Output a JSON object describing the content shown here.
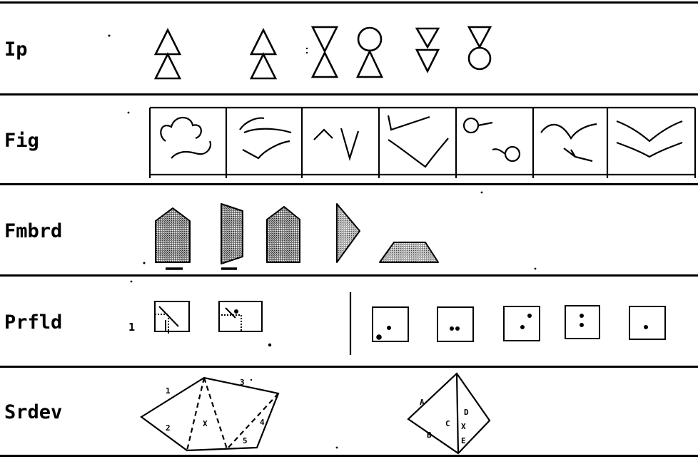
{
  "rows": {
    "ip": {
      "label": "Ip"
    },
    "fig": {
      "label": "Fig"
    },
    "fmbrd": {
      "label": "Fmbrd"
    },
    "prfld": {
      "label": "Prfld",
      "number": "1"
    },
    "srdev": {
      "label": "Srdev",
      "left_labels": [
        "1",
        "2",
        "X",
        "3",
        "4",
        "5"
      ],
      "right_labels": [
        "A",
        "B",
        "C",
        "D",
        "X",
        "E"
      ]
    }
  },
  "colors": {
    "ink": "#000000",
    "paper": "#ffffff",
    "stipple": "#8a8a8a",
    "stipple_dark": "#555555"
  }
}
